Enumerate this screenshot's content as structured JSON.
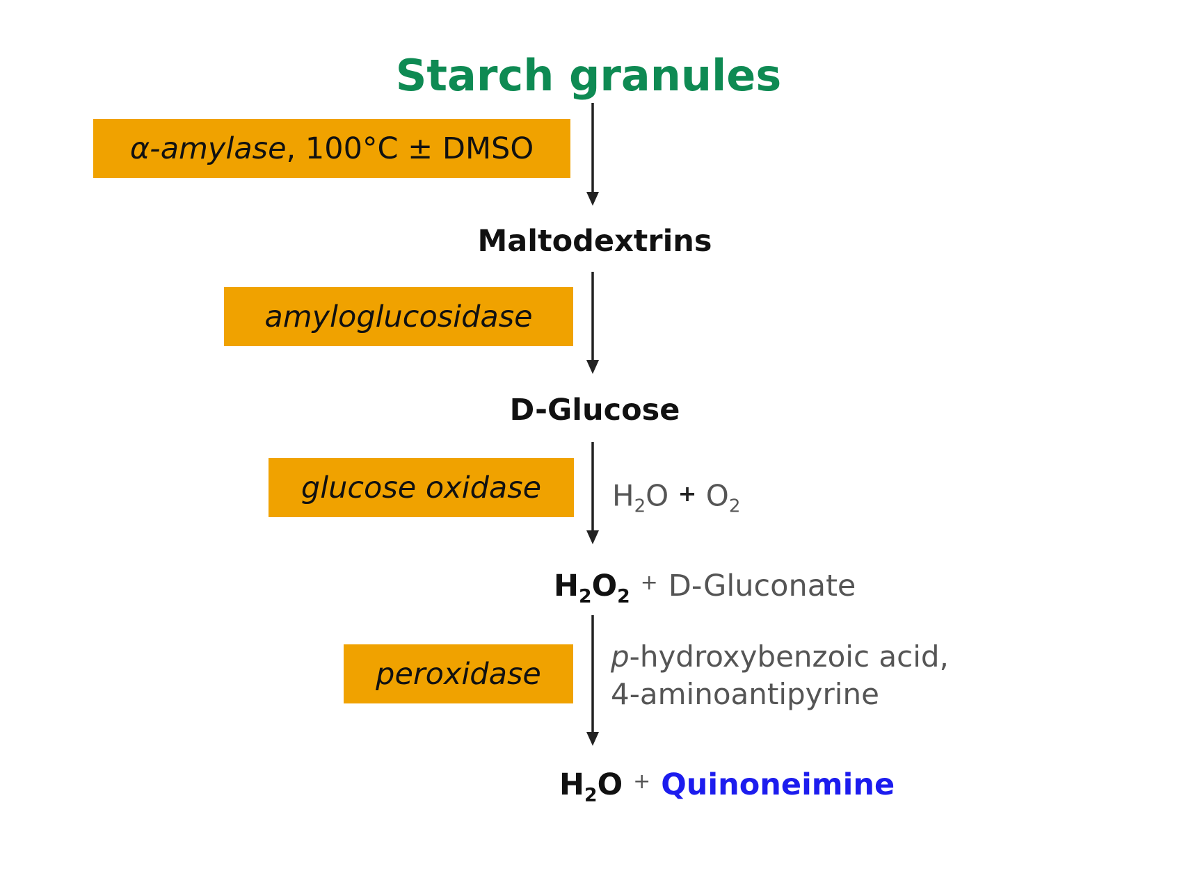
{
  "colors": {
    "title": "#0e8a53",
    "enzyme_box": "#f0a200",
    "quinoneimine": "#1c1cee",
    "arrow": "#222222"
  },
  "title": "Starch granules",
  "compounds": {
    "maltodextrins": "Maltodextrins",
    "d_glucose": "D-Glucose",
    "h2o2_part1": "H",
    "h2o2_sub1": "2",
    "h2o2_part2": "O",
    "h2o2_sub2": "2",
    "plus1": "+",
    "d_gluconate": "D-Gluconate",
    "h2o_part1": "H",
    "h2o_sub": "2",
    "h2o_part2": "O",
    "plus2": "+",
    "quinoneimine": "Quinoneimine"
  },
  "enzymes": {
    "alpha_amylase_symbol": "α",
    "alpha_amylase_name": "-amylase",
    "alpha_amylase_conditions": ", 100°C ± DMSO",
    "amyloglucosidase": "amyloglucosidase",
    "glucose_oxidase": "glucose oxidase",
    "peroxidase": "peroxidase"
  },
  "reagents": {
    "water_h": "H",
    "water_sub": "2",
    "water_o": "O",
    "plus": "+",
    "oxygen_o": "O",
    "oxygen_sub": "2",
    "para_prefix": "p",
    "hydroxybenzoic": "-hydroxybenzoic acid,",
    "aminoantipyrine": "4-aminoantipyrine"
  }
}
